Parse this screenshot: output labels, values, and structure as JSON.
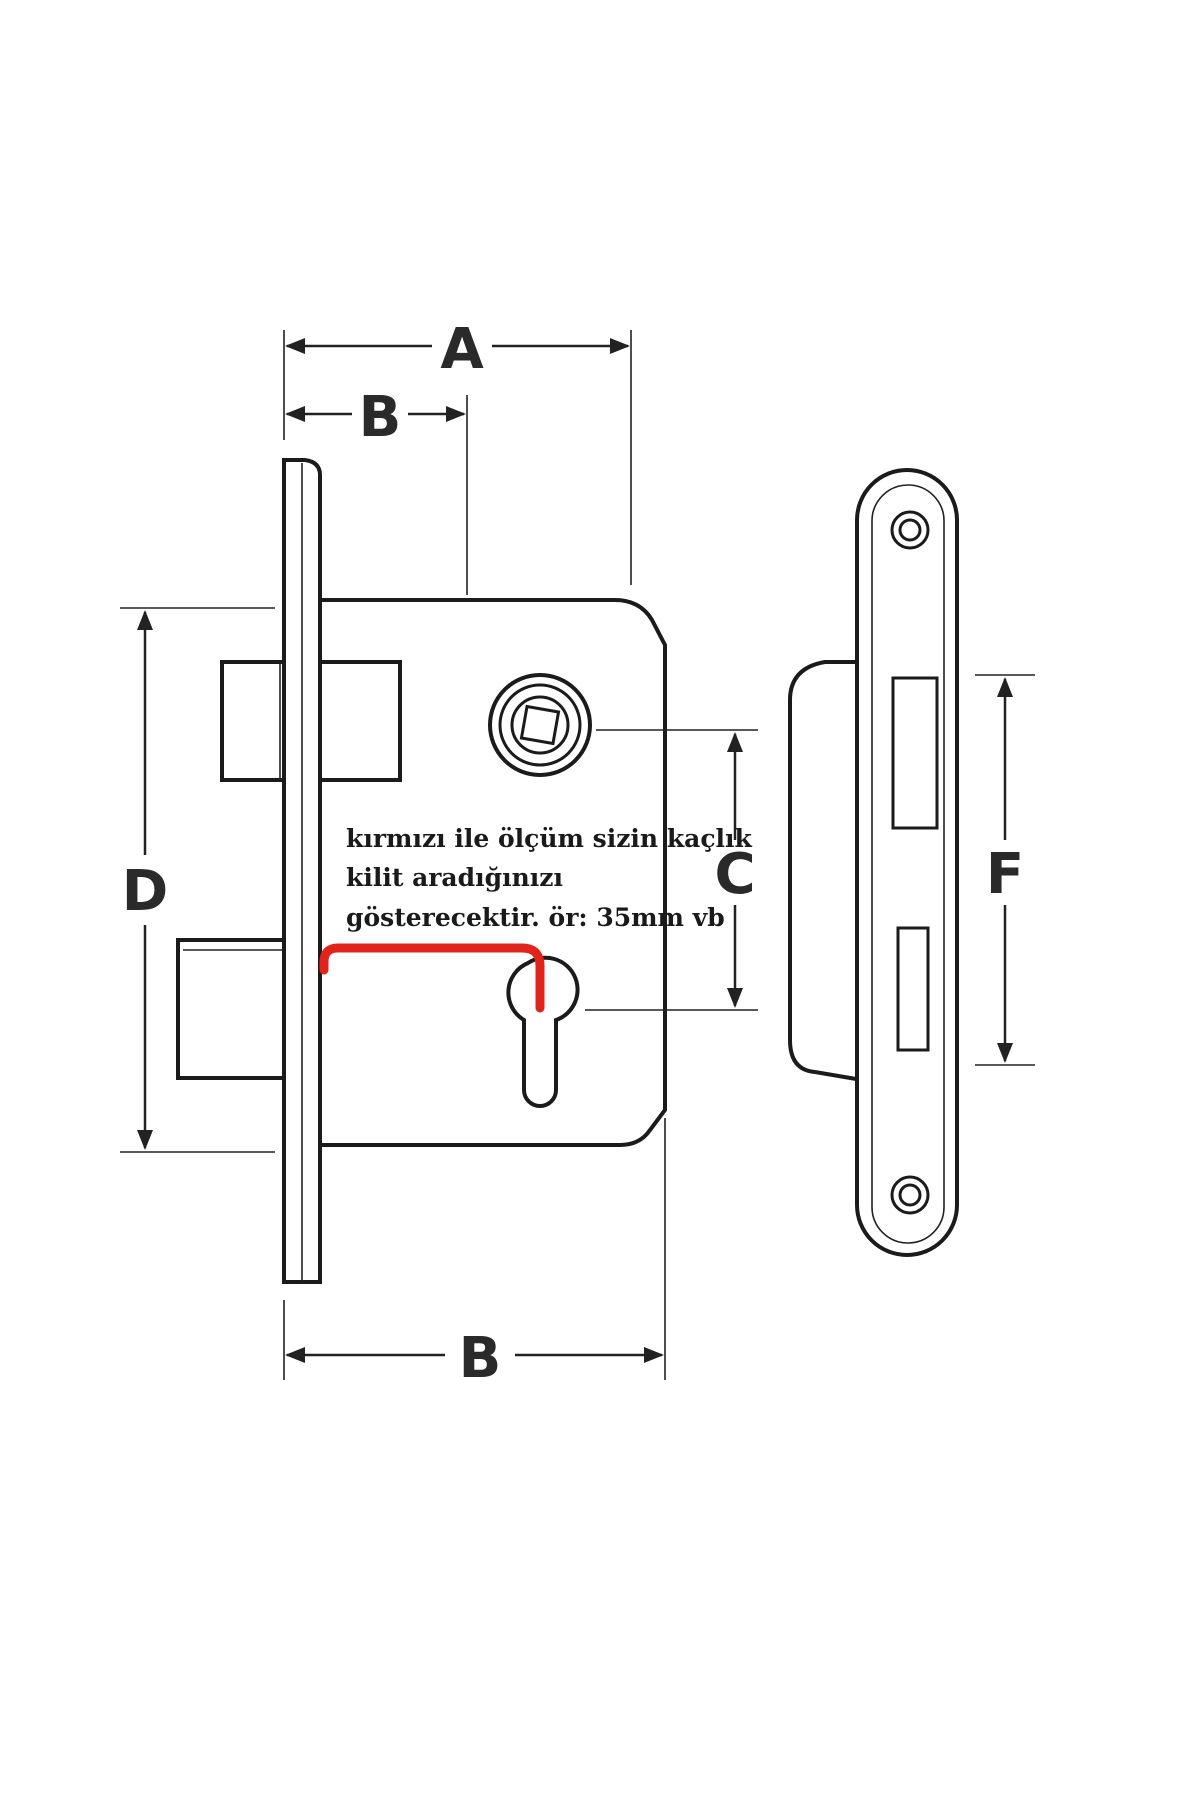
{
  "diagram": {
    "labels": {
      "a_top": "A",
      "b_top": "B",
      "b_bottom": "B",
      "c": "C",
      "d": "D",
      "f": "F"
    },
    "note_lines": [
      "kırmızı ile ölçüm sizin kaçlık",
      "kilit aradığınızı",
      "gösterecektir. ör: 35mm vb"
    ],
    "colors": {
      "outline": "#1b1b1b",
      "highlight": "#e0241b",
      "background": "#ffffff"
    }
  }
}
